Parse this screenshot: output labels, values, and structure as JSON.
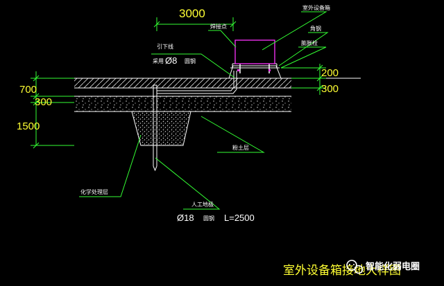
{
  "drawing": {
    "dimensions": {
      "top_width": "3000",
      "left_700": "700",
      "left_300": "300",
      "left_1500": "1500",
      "right_200": "200",
      "right_300": "300"
    },
    "labels": {
      "outdoor_box": "室外设备箱",
      "weld_point": "焊接点",
      "angle_steel": "角钢",
      "expansion_bolt": "膨胀栓",
      "down_lead": "引下线",
      "material_prefix": "采用",
      "down_lead_size": "Ø8",
      "round_steel_1": "圆钢",
      "fine_soil": "粉土层",
      "chemical_layer": "化学处理层",
      "ground_rod": "人工地极",
      "rod_size": "Ø18",
      "round_steel_2": "圆钢",
      "rod_length": "L=2500"
    },
    "title": "室外设备箱接地大样图"
  },
  "watermark": {
    "text": "智能化弱电圈",
    "icon": "wechat-icon"
  },
  "colors": {
    "dimension": "#ffff33",
    "leader": "#33ff33",
    "box": "#ff33ff",
    "ground": "#ffffff"
  }
}
